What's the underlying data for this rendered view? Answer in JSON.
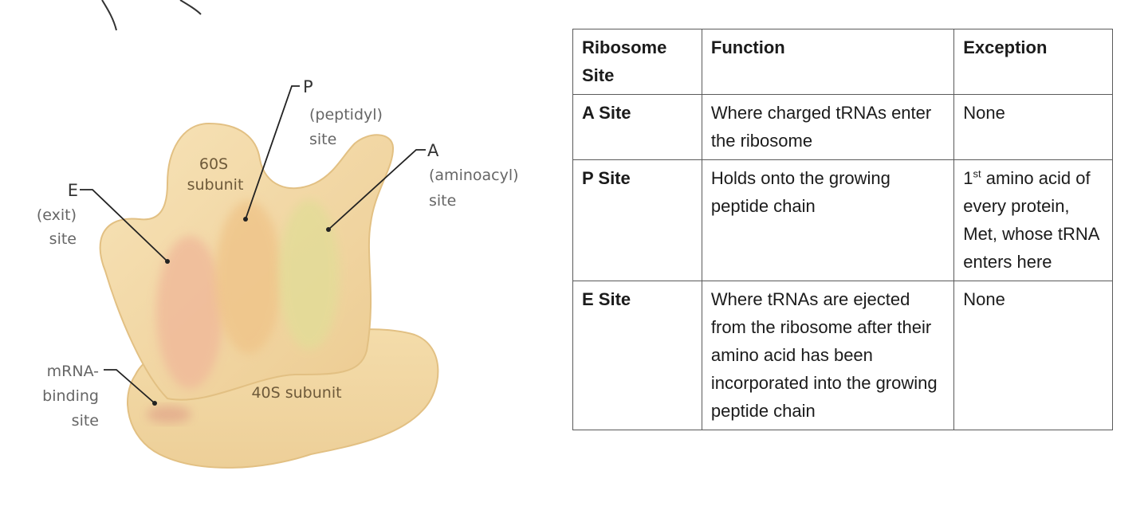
{
  "diagram": {
    "labels": {
      "p_letter": "P",
      "p_name": "(peptidyl)",
      "p_site": "site",
      "a_letter": "A",
      "a_name": "(aminoacyl)",
      "a_site": "site",
      "e_letter": "E",
      "e_name": "(exit)",
      "e_site": "site",
      "large_subunit_line1": "60S",
      "large_subunit_line2": "subunit",
      "small_subunit": "40S subunit",
      "mrna_line1": "mRNA-",
      "mrna_line2": "binding",
      "mrna_line3": "site"
    },
    "colors": {
      "body": "#f3d9a8",
      "e_site": "#f0b99a",
      "p_site": "#efc489",
      "a_site": "#e3dc98",
      "mrna_site": "#e4ae8e"
    }
  },
  "table": {
    "headers": [
      "Ribosome Site",
      "Function",
      "Exception"
    ],
    "rows": [
      {
        "site": "A Site",
        "function": "Where charged tRNAs enter the ribosome",
        "exception": "None"
      },
      {
        "site": "P Site",
        "function": "Holds onto the growing peptide chain",
        "exception_ordinal": "1",
        "exception_sup": "st",
        "exception": "amino acid of every protein, Met, whose tRNA enters here"
      },
      {
        "site": "E Site",
        "function": "Where tRNAs are ejected from the ribosome after their amino acid has been incorporated into the growing peptide chain",
        "exception": "None"
      }
    ]
  }
}
